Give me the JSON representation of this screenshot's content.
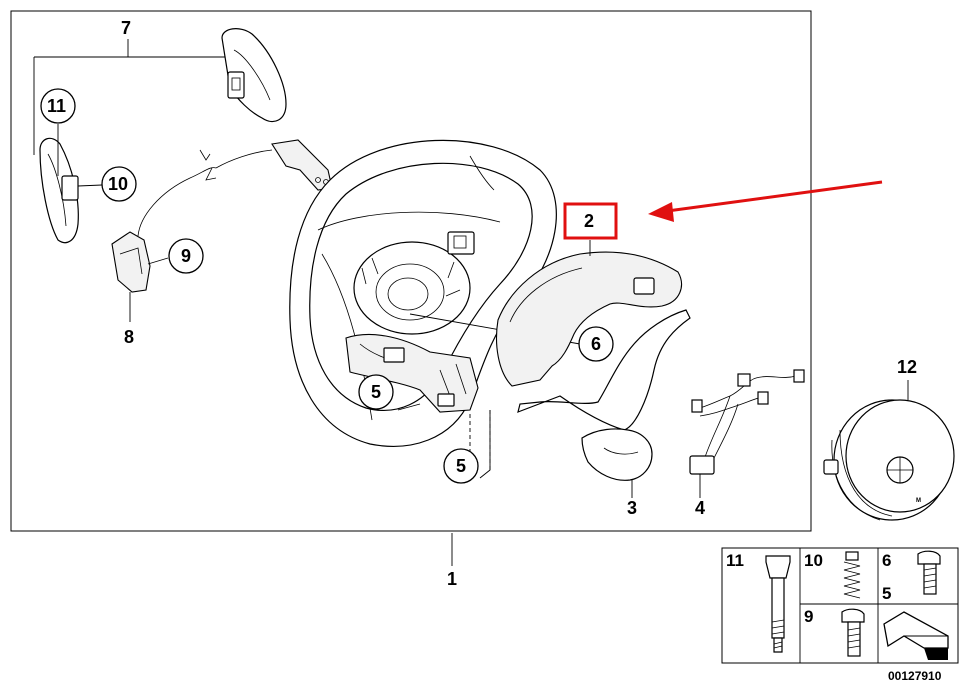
{
  "callouts": {
    "c1": "1",
    "c2": "2",
    "c3": "3",
    "c4": "4",
    "c5a": "5",
    "c5b": "5",
    "c6": "6",
    "c7": "7",
    "c8": "8",
    "c9": "9",
    "c10": "10",
    "c11": "11",
    "c12": "12"
  },
  "legend": {
    "l11": "11",
    "l10": "10",
    "l6": "6",
    "l5": "5",
    "l9": "9"
  },
  "diagram_code": "00127910",
  "colors": {
    "highlight": "#e01010",
    "line": "#000000"
  }
}
